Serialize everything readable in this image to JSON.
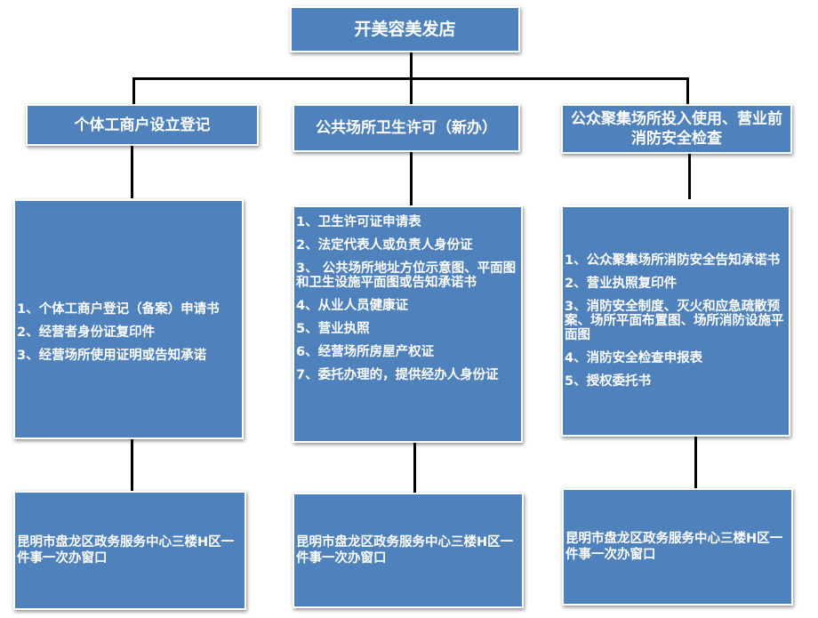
{
  "root": "开美容美发店",
  "branches": [
    {
      "title": "个体工商户设立登记",
      "items": [
        "1、个体工商户登记（备案）申请书",
        "2、经营者身份证复印件",
        "3、经营场所使用证明或告知承诺"
      ],
      "location": "昆明市盘龙区政务服务中心三楼H区一件事一次办窗口"
    },
    {
      "title": "公共场所卫生许可（新办）",
      "items": [
        "1、卫生许可证申请表",
        "2、法定代表人或负责人身份证",
        "3、 公共场所地址方位示意图、平面图和卫生设施平面图或告知承诺书",
        "4、从业人员健康证",
        "5、营业执照",
        "6、经营场所房屋产权证",
        "7、委托办理的，提供经办人身份证"
      ],
      "location": "昆明市盘龙区政务服务中心三楼H区一件事一次办窗口"
    },
    {
      "title": "公众聚集场所投入使用、营业前消防安全检查",
      "items": [
        "1、公众聚集场所消防安全告知承诺书",
        "2、营业执照复印件",
        "3、消防安全制度、灭火和应急疏散预案、场所平面布置图、场所消防设施平面图",
        "4、消防安全检查申报表",
        "5、授权委托书"
      ],
      "location": "昆明市盘龙区政务服务中心三楼H区一件事一次办窗口"
    }
  ]
}
